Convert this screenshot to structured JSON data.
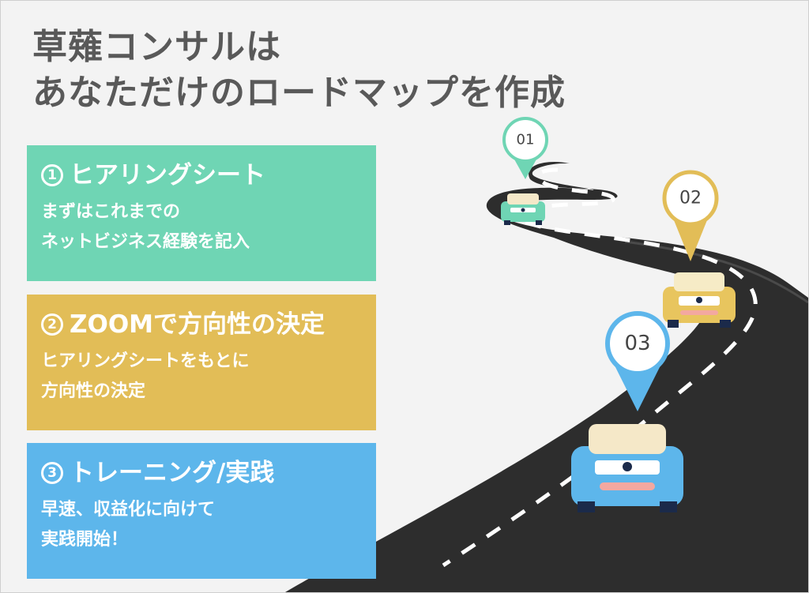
{
  "title": {
    "line1": "草薙コンサルは",
    "line2": "あなただけのロードマップを作成"
  },
  "steps": [
    {
      "number": "1",
      "heading": "ヒアリングシート",
      "desc_line1": "まずはこれまでの",
      "desc_line2": "ネットビジネス経験を記入",
      "color": "#6fd5b4"
    },
    {
      "number": "2",
      "heading": "ZOOMで方向性の決定",
      "desc_line1": "ヒアリングシートをもとに",
      "desc_line2": "方向性の決定",
      "color": "#e2bd57"
    },
    {
      "number": "3",
      "heading": "トレーニング/実践",
      "desc_line1": "早速、収益化に向けて",
      "desc_line2": "実践開始！",
      "color": "#5db6eb"
    }
  ],
  "pins": [
    {
      "label": "01",
      "color": "#6fd5b4"
    },
    {
      "label": "02",
      "color": "#e2bd57"
    },
    {
      "label": "03",
      "color": "#5db6eb"
    }
  ],
  "icons": [
    "road-illustration",
    "car-icon",
    "map-pin-icon"
  ]
}
